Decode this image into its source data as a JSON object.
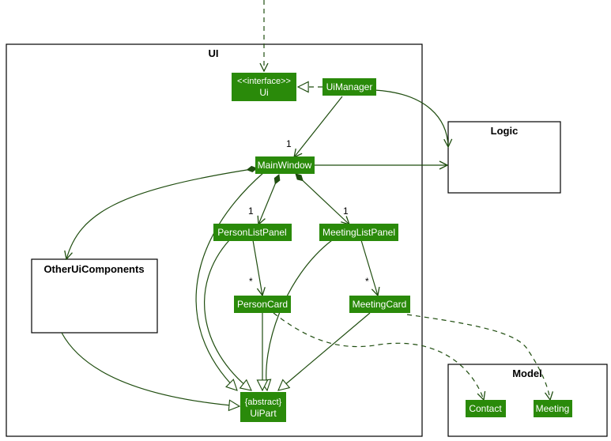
{
  "colors": {
    "class_fill": "#2a8a0a",
    "class_text": "#ffffff",
    "edge": "#1f4d0f",
    "frame": "#000000"
  },
  "packages": {
    "ui": "UI",
    "logic": "Logic",
    "model": "Model",
    "other_ui_components": "OtherUiComponents"
  },
  "classes": {
    "ui_interface": {
      "stereotype": "<<interface>>",
      "name": "Ui"
    },
    "ui_manager": "UiManager",
    "main_window": "MainWindow",
    "person_list_panel": "PersonListPanel",
    "meeting_list_panel": "MeetingListPanel",
    "person_card": "PersonCard",
    "meeting_card": "MeetingCard",
    "ui_part": {
      "stereotype": "{abstract}",
      "name": "UiPart"
    },
    "contact": "Contact",
    "meeting": "Meeting"
  },
  "multiplicities": {
    "main_window": "1",
    "person_list_panel": "1",
    "meeting_list_panel": "1",
    "person_card": "*",
    "meeting_card": "*"
  }
}
